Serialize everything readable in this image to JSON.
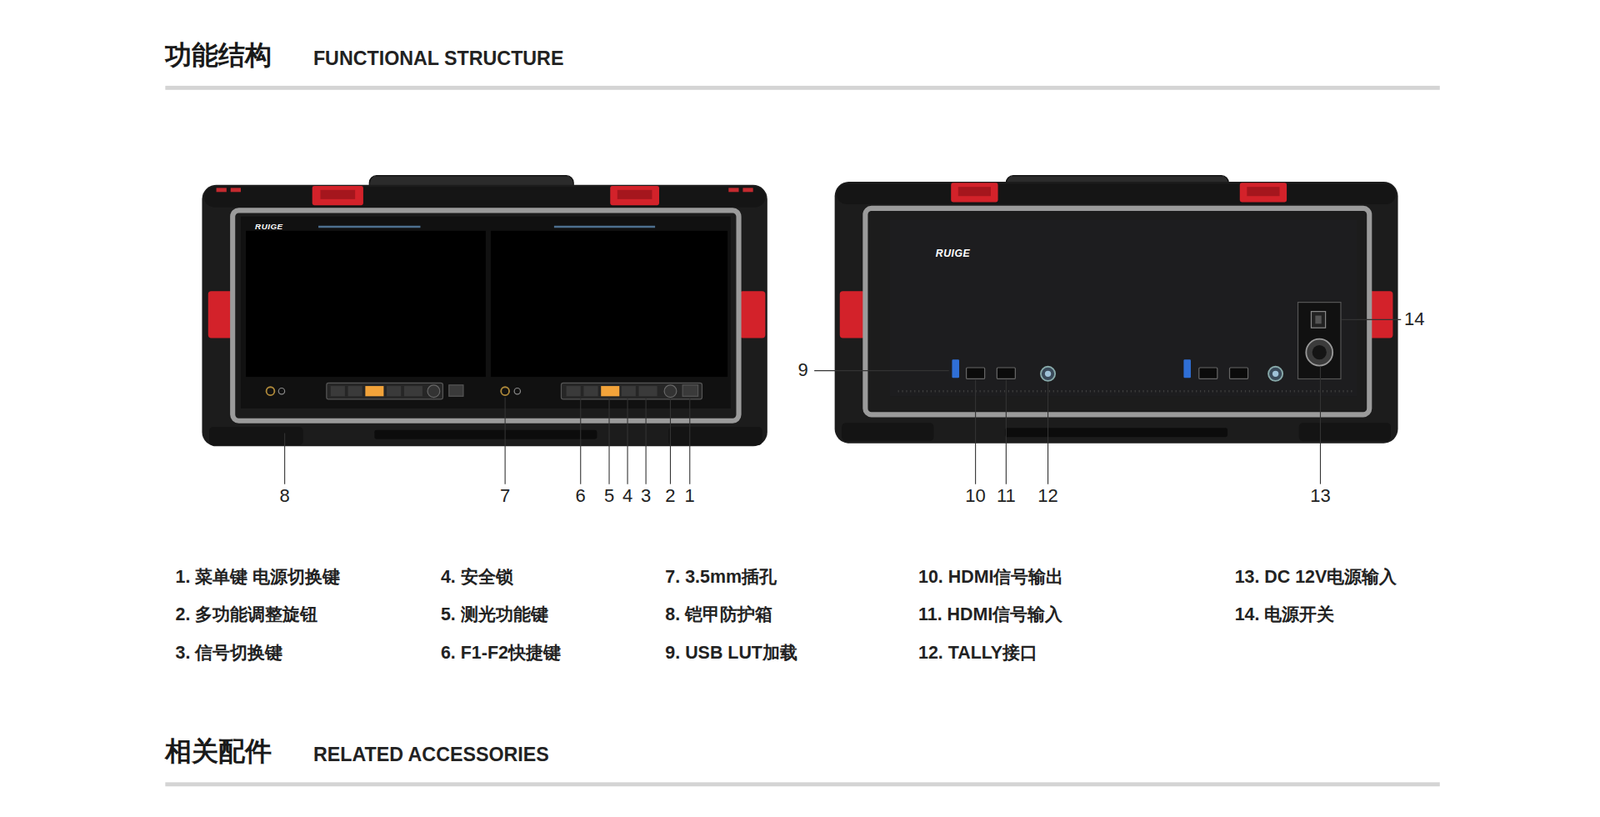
{
  "diagram": {
    "title": "功能结构",
    "labels": [
      "FUNCTIONAL STRUCTURE",
      "RUIGE",
      "RUIGE",
      "8",
      "7",
      "6",
      "5",
      "4",
      "3",
      "2",
      "1",
      "9",
      "10",
      "11",
      "12",
      "13",
      "14",
      "1. 菜单键 电源切换键",
      "2. 多功能调整旋钮",
      "3. 信号切换键",
      "4. 安全锁",
      "5. 测光功能键",
      "6. F1-F2快捷键",
      "7. 3.5mm插孔",
      "8. 铠甲防护箱",
      "9. USB LUT加载",
      "10. HDMI信号输出",
      "11. HDMI信号输入",
      "12. TALLY接口",
      "13. DC 12V电源输入",
      "14. 电源开关",
      "相关配件",
      "RELATED ACCESSORIES"
    ]
  }
}
